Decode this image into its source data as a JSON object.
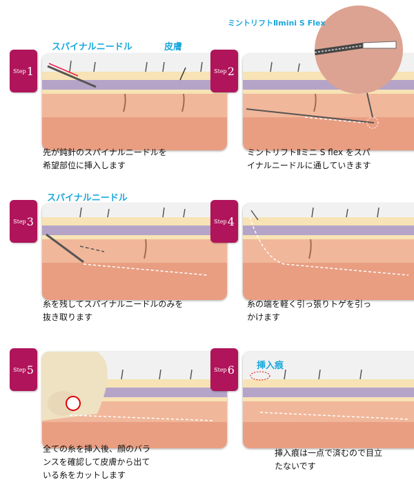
{
  "steps": [
    {
      "tab_step": "Step",
      "tab_num": "1",
      "caption": "先が鈍針のスパイナルニードルを\n希望部位に挿入します"
    },
    {
      "tab_step": "Step",
      "tab_num": "2",
      "caption": "ミントリフトⅡミニ S flex をスパ\nイナルニードルに通していきます"
    },
    {
      "tab_step": "Step",
      "tab_num": "3",
      "caption": "糸を残してスパイナルニードルのみを\n抜き取ります"
    },
    {
      "tab_step": "Step",
      "tab_num": "4",
      "caption": "糸の端を軽く引っ張りトゲを引っ\nかけます"
    },
    {
      "tab_step": "Step",
      "tab_num": "5",
      "caption": "全ての糸を挿入後、顔のバラ\nンスを確認して皮膚から出て\nいる糸をカットします"
    },
    {
      "tab_step": "Step",
      "tab_num": "6",
      "caption": "挿入痕は一点で済むので目立\nたないです"
    }
  ],
  "labels": {
    "spinal_needle_1": "スパイナルニードル",
    "skin": "皮膚",
    "product": "ミントリフトⅡmini S Flex",
    "spinal_needle_3": "スパイナルニードル",
    "insertion_mark": "挿入痕"
  },
  "colors": {
    "tab": "#b0145a",
    "label": "#1aa8dc",
    "skin_top": "#f7e3b5",
    "purple": "#b5a4c8",
    "fat": "#f1b79a",
    "muscle": "#e99e82"
  }
}
